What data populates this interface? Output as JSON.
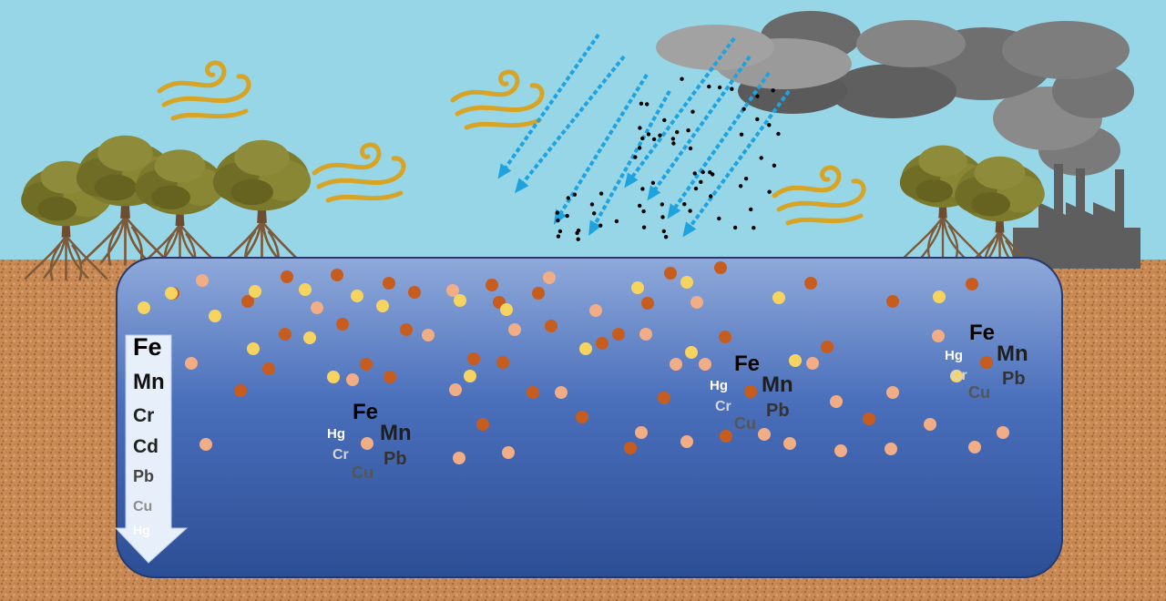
{
  "colors": {
    "sky": "#97d6e6",
    "soil": "#c98a55",
    "water_top": "#8fa9da",
    "water_bottom": "#2c4e95",
    "rain": "#1ea3e0",
    "smoke": "#8a8a8a",
    "factory": "#5e5e5e",
    "wind": "#d8a425",
    "particle_dark": "#c65d1f",
    "particle_light": "#f0ad86",
    "particle_yellow": "#f7d460",
    "tree_canopy": "#7c7a2d",
    "tree_trunk": "#7c5a3a"
  },
  "icons": [
    "mangrove-tree-icon",
    "wind-icon",
    "rain-arrow-icon",
    "smoke-cloud-icon",
    "factory-icon",
    "down-arrow-icon"
  ],
  "gradient_column": {
    "elements": [
      "Fe",
      "Mn",
      "Cr",
      "Cd",
      "Pb",
      "Cu",
      "Hg"
    ]
  },
  "clusters": [
    {
      "fe": "Fe",
      "mn": "Mn",
      "hg": "Hg",
      "cr": "Cr",
      "cu": "Cu",
      "pb": "Pb"
    },
    {
      "fe": "Fe",
      "mn": "Mn",
      "hg": "Hg",
      "cr": "Cr",
      "cu": "Cu",
      "pb": "Pb"
    },
    {
      "fe": "Fe",
      "mn": "Mn",
      "hg": "Hg",
      "cr": "Cr",
      "cu": "Cu",
      "pb": "Pb"
    }
  ]
}
